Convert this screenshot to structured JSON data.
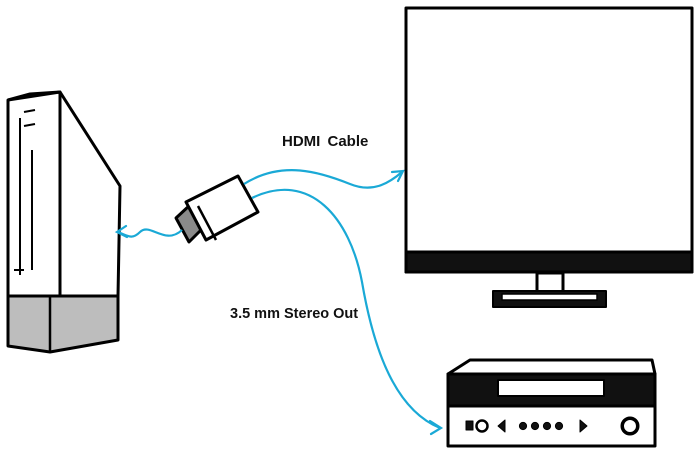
{
  "labels": {
    "hdmi_cable": "HDMI  Cable",
    "stereo_out": "3.5 mm Stereo Out"
  },
  "devices": [
    {
      "name": "game-console",
      "shown": "Wii console standing upright"
    },
    {
      "name": "television",
      "shown": "flat screen TV on stand"
    },
    {
      "name": "audio-receiver",
      "shown": "stereo receiver"
    },
    {
      "name": "hdmi-adapter",
      "shown": "HDMI adapter plugged into console"
    }
  ],
  "colors": {
    "outline": "#000000",
    "cable": "#1aa9d6",
    "console_base": "#bdbdbd",
    "adapter_plug": "#8a8a8a",
    "background": "#ffffff"
  }
}
